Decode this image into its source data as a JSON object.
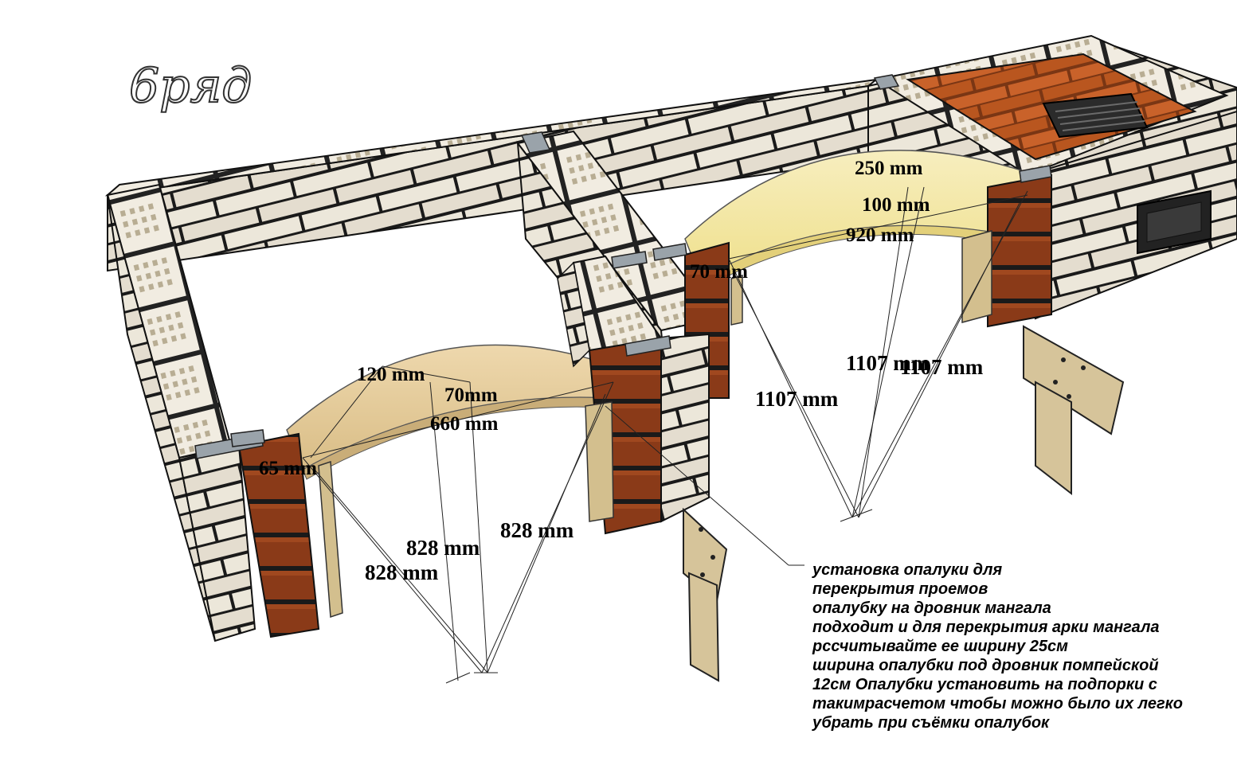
{
  "title": "6ряд",
  "dimensions": {
    "left_arch": {
      "rise": "120 mm",
      "thickness": "70mm",
      "span": "660 mm",
      "pier": "65 mm",
      "radius_a": "828 mm",
      "radius_b": "828 mm",
      "radius_c": "828 mm"
    },
    "right_arch": {
      "rise": "250 mm",
      "thickness": "100 mm",
      "span": "920 mm",
      "pier": "70 mm",
      "radius_a": "1107 mm",
      "radius_b": "1107 mm",
      "radius_c": "1107 mm"
    }
  },
  "note_lines": [
    "установка опалуки для",
    "перекрытия проемов",
    "опалубку на дровник мангала",
    "подходит и для перекрытия арки мангала",
    "рссчитывайте ее ширину 25см",
    "ширина опалубки под дровник помпейской",
    "12см Опалубки установить на подпорки с",
    "такимрасчетом чтобы можно было их легко",
    "убрать при съёмки опалубок"
  ],
  "colors": {
    "brick_white": "#efeadf",
    "brick_white_face": "#e3ddd0",
    "mortar": "#1a1a1a",
    "brick_red": "#8a3a18",
    "brick_orange": "#c9622a",
    "formwork_light": "#f3e7a6",
    "formwork_tan": "#e6cfa2",
    "plywood": "#d6c49a",
    "grate": "#2b2b2b"
  }
}
